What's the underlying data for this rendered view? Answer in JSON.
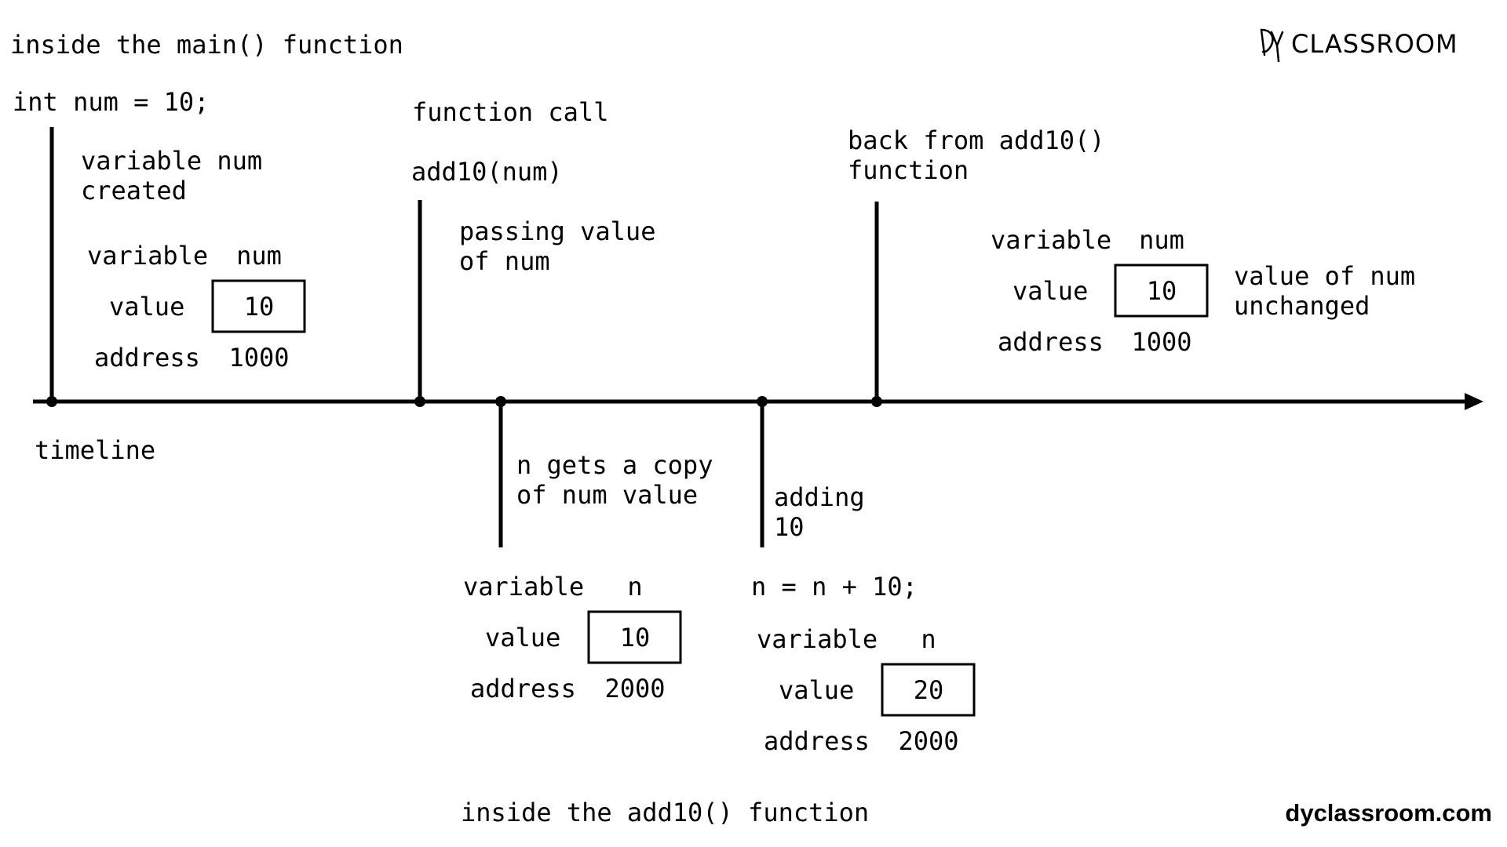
{
  "main_section": {
    "heading": "inside the main() function",
    "declaration": "int num = 10;",
    "event_text": [
      "variable num",
      "created"
    ],
    "variable": {
      "label": "variable",
      "name": "num",
      "value_label": "value",
      "value": "10",
      "address_label": "address",
      "address": "1000"
    }
  },
  "function_call": {
    "heading": "function call",
    "call": "add10(num)",
    "event_text": [
      "passing value",
      "of num"
    ]
  },
  "copy_event": {
    "event_text": [
      "n gets a copy",
      "of num value"
    ],
    "variable": {
      "label": "variable",
      "name": "n",
      "value_label": "value",
      "value": "10",
      "address_label": "address",
      "address": "2000"
    }
  },
  "add_event": {
    "event_text": [
      "adding",
      "10"
    ],
    "statement": "n = n + 10;",
    "variable": {
      "label": "variable",
      "name": "n",
      "value_label": "value",
      "value": "20",
      "address_label": "address",
      "address": "2000"
    }
  },
  "return_event": {
    "heading": [
      "back from add10()",
      "function"
    ],
    "variable": {
      "label": "variable",
      "name": "num",
      "value_label": "value",
      "value": "10",
      "address_label": "address",
      "address": "1000"
    },
    "note": [
      "value of num",
      "unchanged"
    ]
  },
  "timeline_label": "timeline",
  "function_section_label": "inside the add10() function",
  "logo": {
    "text": "CLASSROOM",
    "mark": "DY"
  },
  "website": "dyclassroom.com"
}
